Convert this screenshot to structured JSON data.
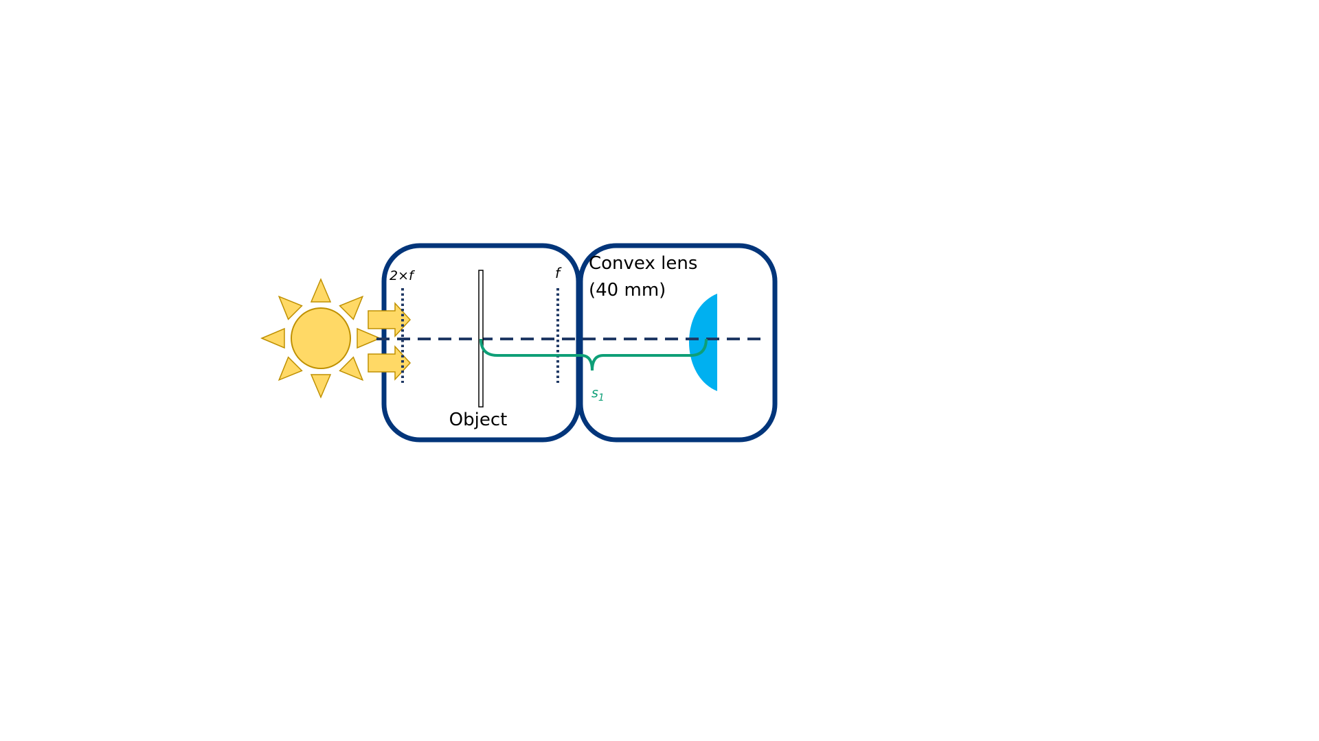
{
  "labels": {
    "two_f": "2×f",
    "f": "f",
    "object": "Object",
    "lens_line1": "Convex lens",
    "lens_line2": "(40 mm)",
    "s1_base": "s",
    "s1_sub": "1"
  },
  "colors": {
    "box_border": "#02357A",
    "sun_fill": "#FFD966",
    "sun_stroke": "#BF9000",
    "lens": "#00B0F0",
    "brace": "#0E9F77",
    "axis": "#1F3864"
  }
}
